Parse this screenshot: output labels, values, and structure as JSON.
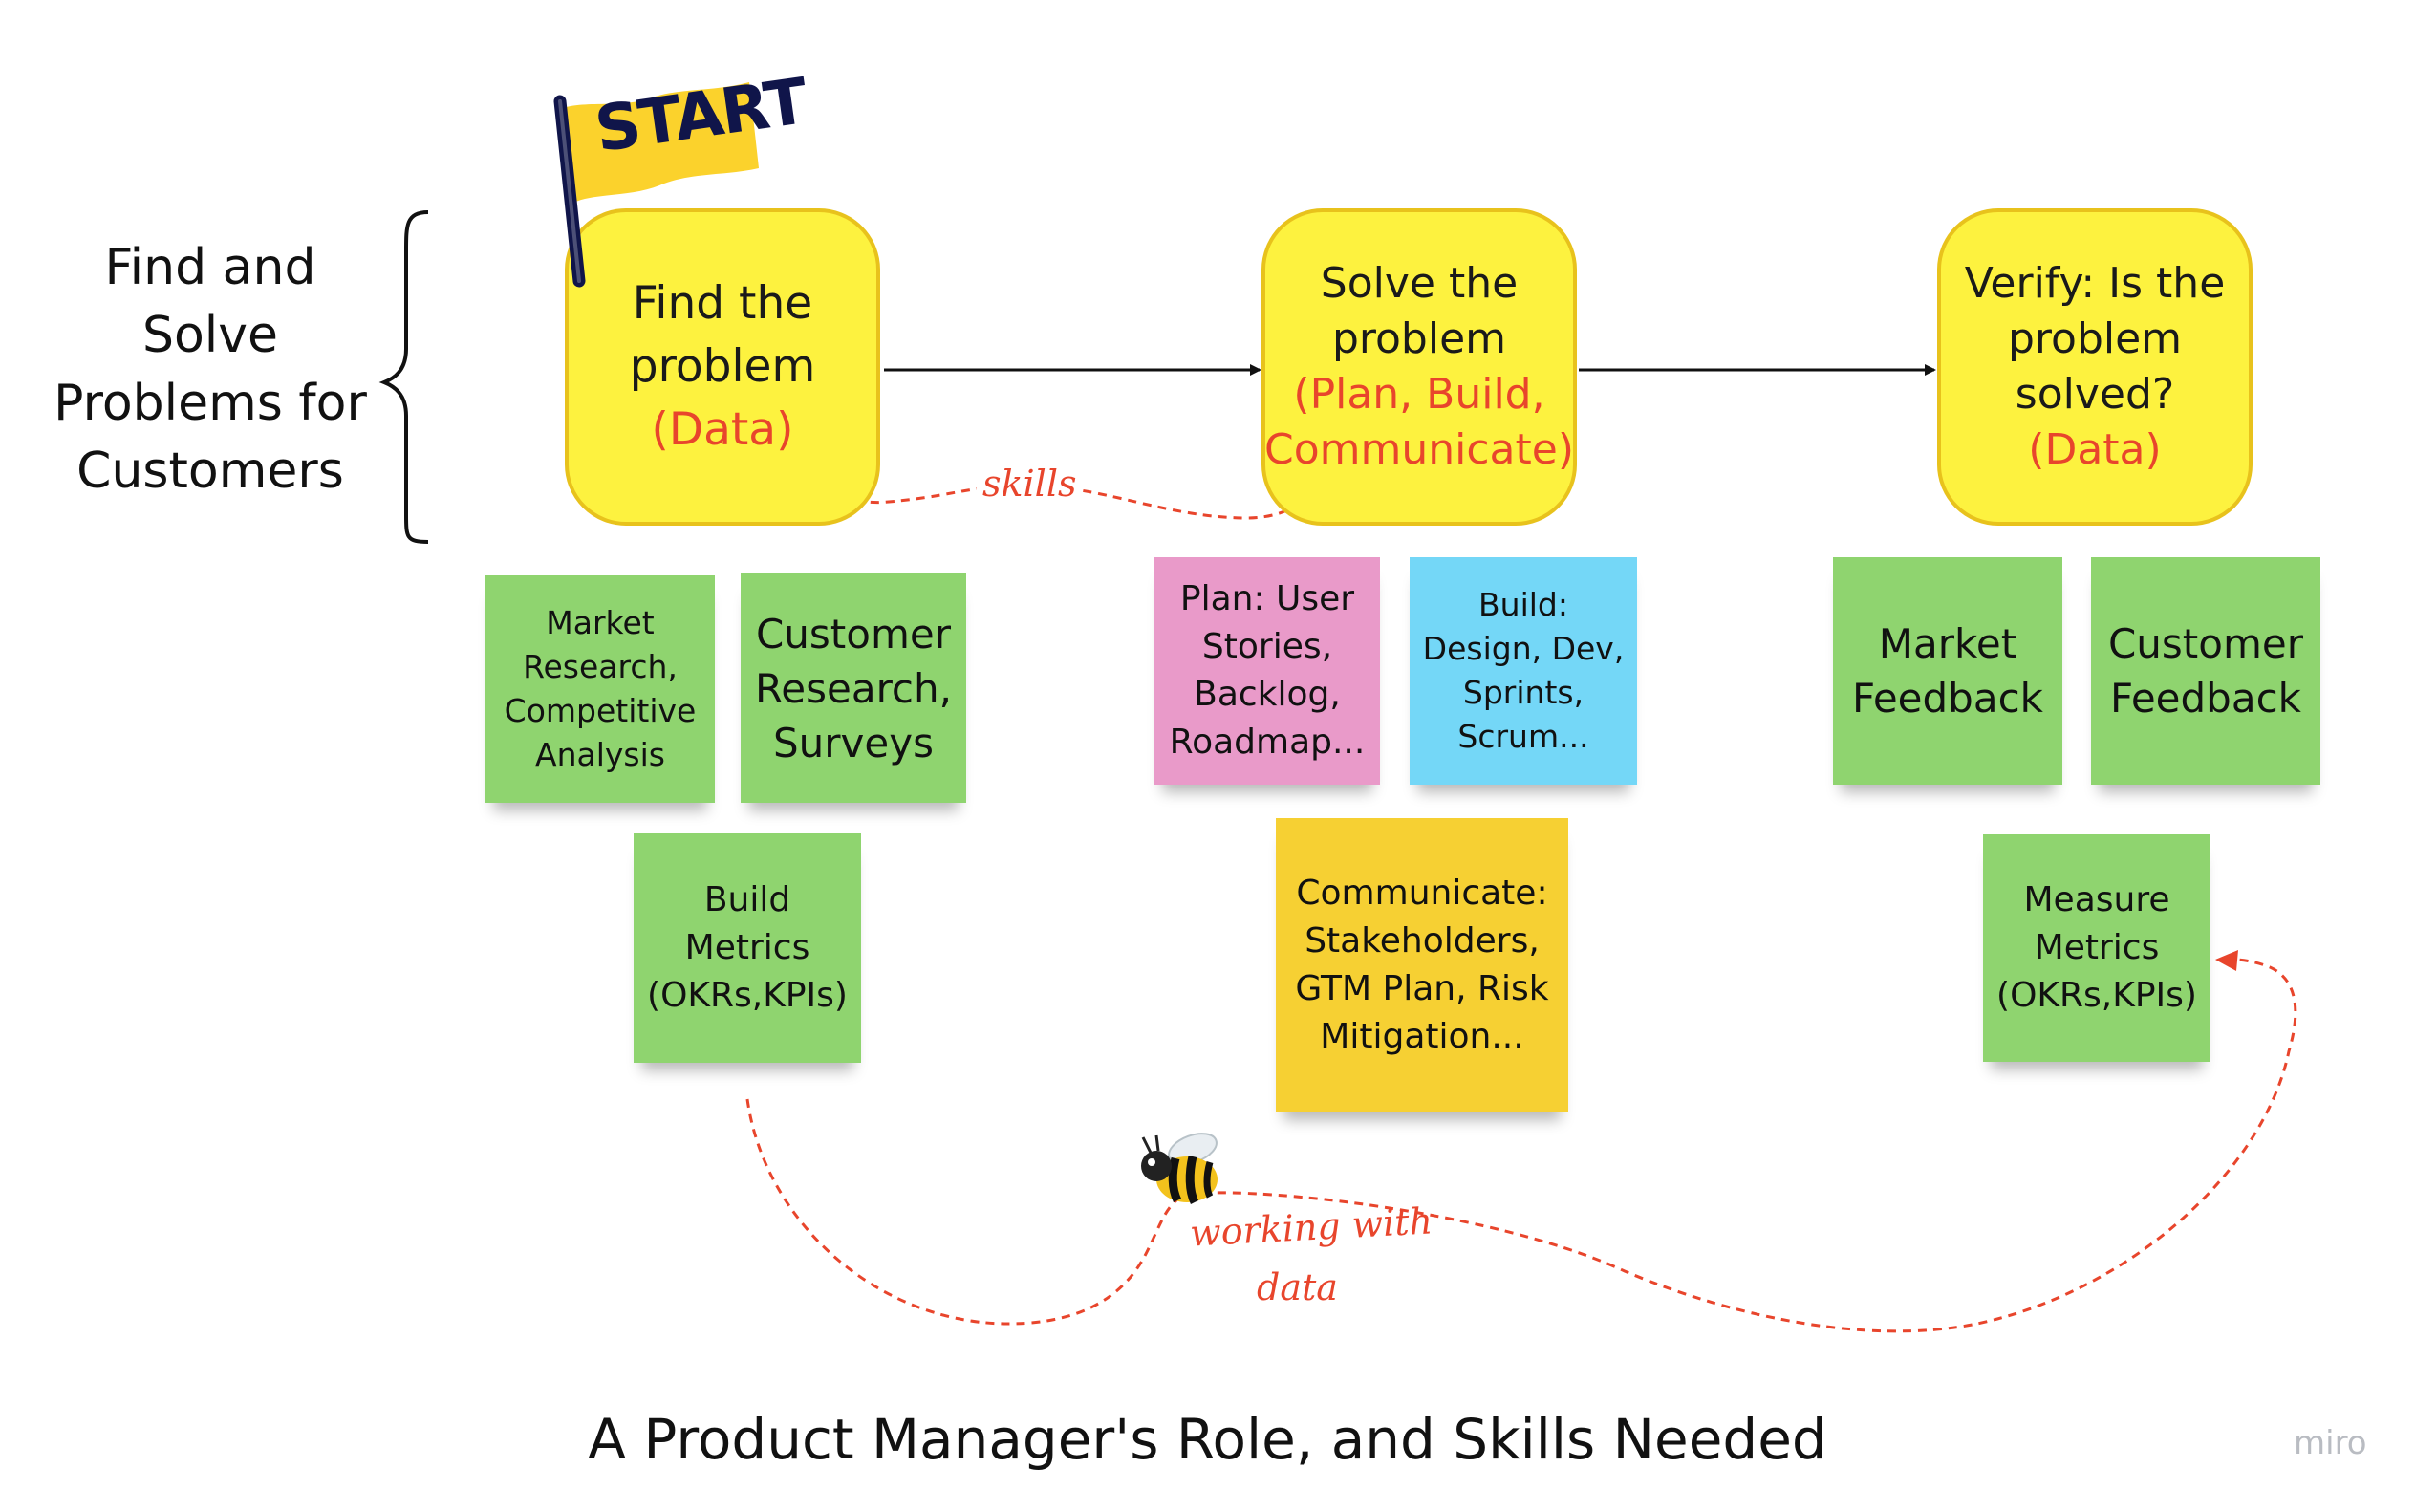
{
  "section_label": "Find and\nSolve\nProblems for\nCustomers",
  "start_flag": "START",
  "stages": [
    {
      "title": "Find the\nproblem",
      "sub": "(Data)"
    },
    {
      "title": "Solve the\nproblem",
      "sub": "(Plan, Build,\nCommunicate)"
    },
    {
      "title": "Verify: Is the\nproblem\nsolved?",
      "sub": "(Data)"
    }
  ],
  "notes": {
    "market_research": "Market\nResearch,\nCompetitive\nAnalysis",
    "customer_research": "Customer\nResearch,\nSurveys",
    "build_metrics": "Build\nMetrics\n(OKRs,KPIs)",
    "plan": "Plan: User\nStories,\nBacklog,\nRoadmap...",
    "build": "Build:\nDesign, Dev,\nSprints,\nScrum...",
    "communicate": "Communicate:\nStakeholders,\nGTM Plan, Risk\nMitigation...",
    "market_feedback": "Market\nFeedback",
    "customer_feedback": "Customer\nFeedback",
    "measure_metrics": "Measure\nMetrics\n(OKRs,KPIs)"
  },
  "annotations": {
    "skills": "skills",
    "working_line1": "working with",
    "working_line2": "data"
  },
  "caption": "A Product Manager's Role, and Skills Needed",
  "brand": "miro",
  "colors": {
    "stage_fill": "#fdf23f",
    "stage_border": "#e8c21c",
    "sticky_green": "#8fd46f",
    "sticky_pink": "#e99ac9",
    "sticky_blue": "#74d7f7",
    "sticky_orange": "#f6d033",
    "accent_red": "#e8452c",
    "flag_yellow": "#fbd22c",
    "flag_navy": "#10154a"
  }
}
